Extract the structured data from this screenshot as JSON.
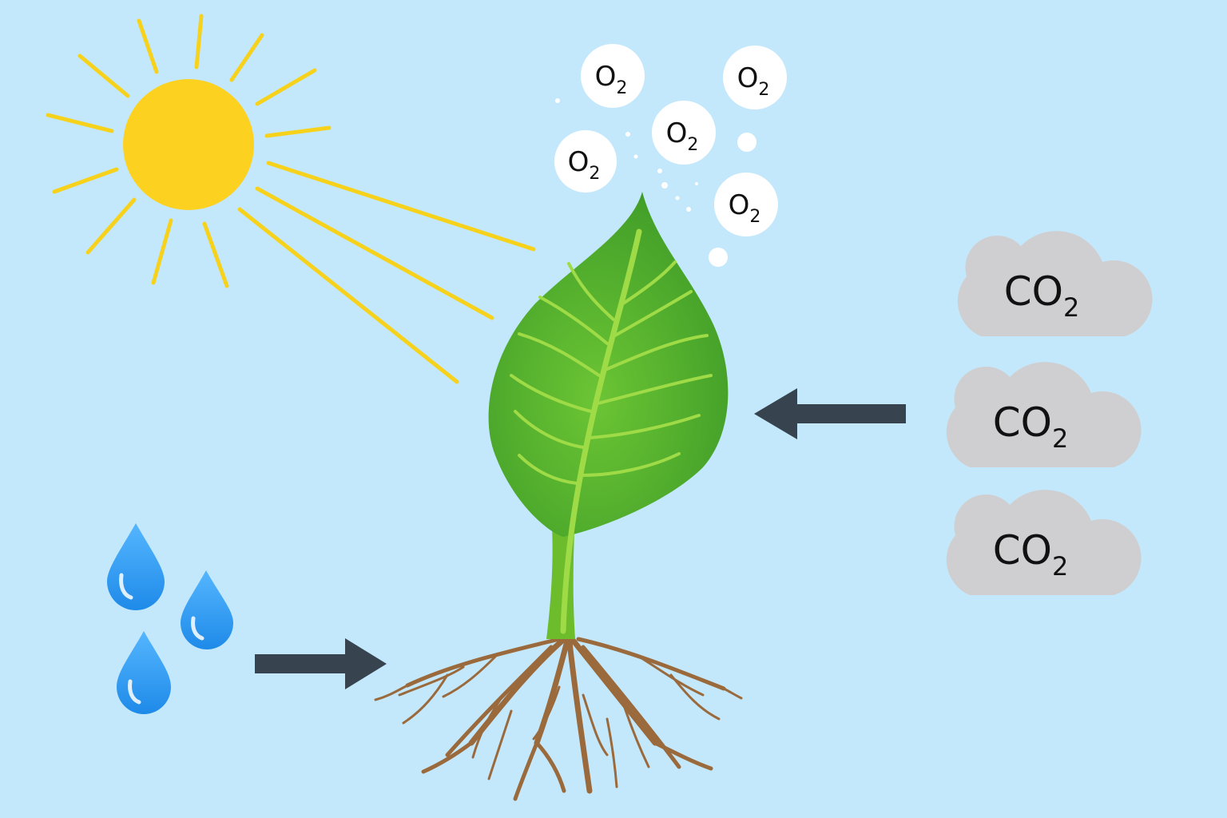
{
  "colors": {
    "background": "#c4e8fb",
    "sun": "#fdd11f",
    "sun_rays": "#f7d21c",
    "leaf": "#5fb82e",
    "leaf_vein": "#9edb46",
    "stem": "#6cbc2c",
    "roots": "#9a6a3c",
    "water": "#2e9af0",
    "arrow": "#37444f",
    "cloud": "#cfcfd1",
    "bubble": "#ffffff"
  },
  "oxygen_bubbles": [
    {
      "base": "O",
      "sub": "2"
    },
    {
      "base": "O",
      "sub": "2"
    },
    {
      "base": "O",
      "sub": "2"
    },
    {
      "base": "O",
      "sub": "2"
    },
    {
      "base": "O",
      "sub": "2"
    }
  ],
  "co2_clouds": [
    {
      "base": "CO",
      "sub": "2"
    },
    {
      "base": "CO",
      "sub": "2"
    },
    {
      "base": "CO",
      "sub": "2"
    }
  ]
}
